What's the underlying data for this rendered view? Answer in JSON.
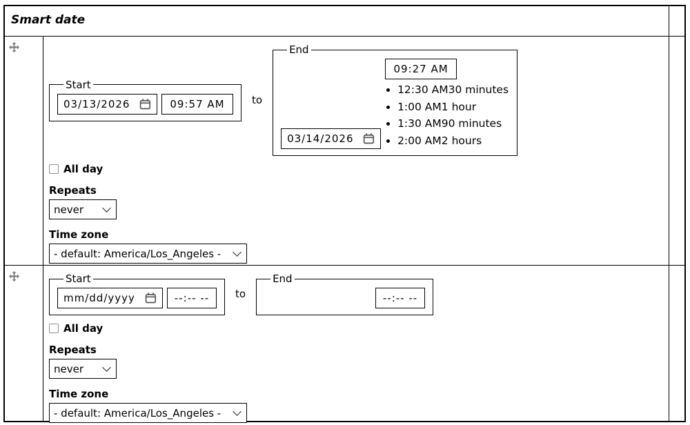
{
  "title": "Smart date",
  "rows": [
    {
      "start": {
        "legend": "Start",
        "date": "03/13/2026",
        "time": "09:57 AM"
      },
      "to": "to",
      "end": {
        "legend": "End",
        "date": "03/14/2026",
        "time": "09:27 AM",
        "suggestions": [
          {
            "time": "12:30 AM",
            "duration": "30 minutes"
          },
          {
            "time": "1:00 AM",
            "duration": "1 hour"
          },
          {
            "time": "1:30 AM",
            "duration": "90 minutes"
          },
          {
            "time": "2:00 AM",
            "duration": "2 hours"
          }
        ]
      },
      "all_day": "All day",
      "repeats": {
        "label": "Repeats",
        "value": "never"
      },
      "timezone": {
        "label": "Time zone",
        "value": "- default: America/Los_Angeles - "
      }
    },
    {
      "start": {
        "legend": "Start",
        "date_placeholder": "mm/dd/yyyy",
        "time_placeholder": "--:-- --"
      },
      "to": "to",
      "end": {
        "legend": "End",
        "time_placeholder": "--:-- --"
      },
      "all_day": "All day",
      "repeats": {
        "label": "Repeats",
        "value": "never"
      },
      "timezone": {
        "label": "Time zone",
        "value": "- default: America/Los_Angeles - "
      }
    }
  ],
  "colors": {
    "border": "#000000",
    "drag_icon": "#7d7d7d",
    "calendar_icon": "#555555",
    "checkbox_border": "#8f8f8f",
    "text": "#000000"
  }
}
